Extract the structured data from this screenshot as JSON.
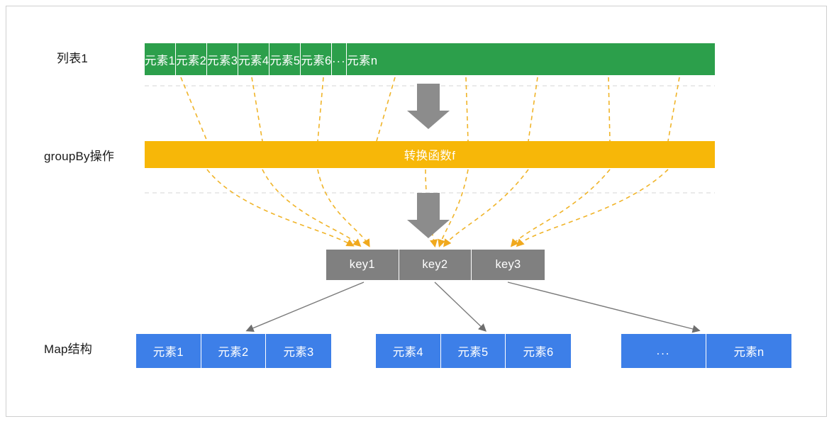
{
  "diagram": {
    "title_label_list": "列表1",
    "title_label_group": "groupBy操作",
    "title_label_map": "Map结构",
    "colors": {
      "list_green": "#2c9f4b",
      "transform_orange": "#f7b708",
      "key_gray": "#808080",
      "map_blue": "#3d7fe8",
      "dashed_guide": "#d0d0d0",
      "flow_line": "#f0b429",
      "arrow_gray": "#808080",
      "frame_border": "#cfcfcf"
    },
    "list_row": {
      "name": "source-list",
      "cells": [
        "元素1",
        "元素2",
        "元素3",
        "元素4",
        "元素5",
        "元素6",
        "...",
        "元素n"
      ]
    },
    "transform_bar": {
      "name": "transform-function-bar",
      "label": "转换函数f"
    },
    "key_row": {
      "name": "key-row",
      "cells": [
        "key1",
        "key2",
        "key3"
      ]
    },
    "map_groups": [
      {
        "key": "key1",
        "cells": [
          "元素1",
          "元素2",
          "元素3"
        ]
      },
      {
        "key": "key2",
        "cells": [
          "元素4",
          "元素5",
          "元素6"
        ]
      },
      {
        "key": "key3",
        "cells": [
          "...",
          "元素n"
        ]
      }
    ],
    "flow_arrows": {
      "down_arrow_upper": "down-arrow",
      "down_arrow_lower": "down-arrow"
    }
  }
}
